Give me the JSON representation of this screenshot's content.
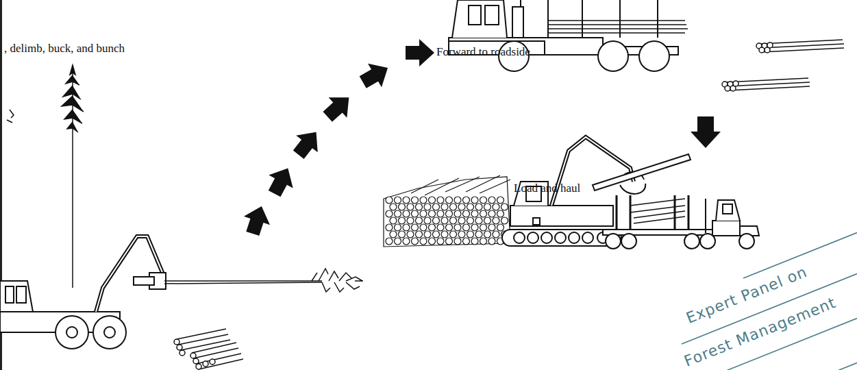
{
  "diagram": {
    "labels": [
      ", delimb, buck, and bunch",
      "Forward to roadside",
      "Load and haul",
      "Expert Panel on",
      "Forest Management"
    ]
  }
}
